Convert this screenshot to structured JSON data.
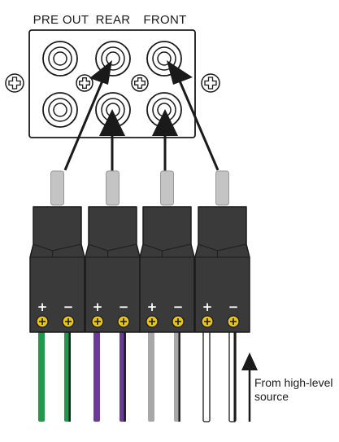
{
  "panel": {
    "labels": {
      "pre_out": "PRE OUT",
      "rear": "REAR",
      "front": "FRONT"
    }
  },
  "adapters": [
    {
      "plus": "+",
      "minus": "−",
      "wire_color": "#1f9a4a"
    },
    {
      "plus": "+",
      "minus": "−",
      "wire_color": "#6a3a98"
    },
    {
      "plus": "+",
      "minus": "−",
      "wire_color": "#a8a8a8"
    },
    {
      "plus": "+",
      "minus": "−",
      "wire_color": "#ffffff"
    }
  ],
  "source_note": {
    "line1": "From high-level",
    "line2": "source"
  },
  "colors": {
    "plug_body": "#3a3a3a",
    "plug_tip": "#c4c4c4",
    "screw": "#e8c51a",
    "outline": "#1a1a1a"
  }
}
